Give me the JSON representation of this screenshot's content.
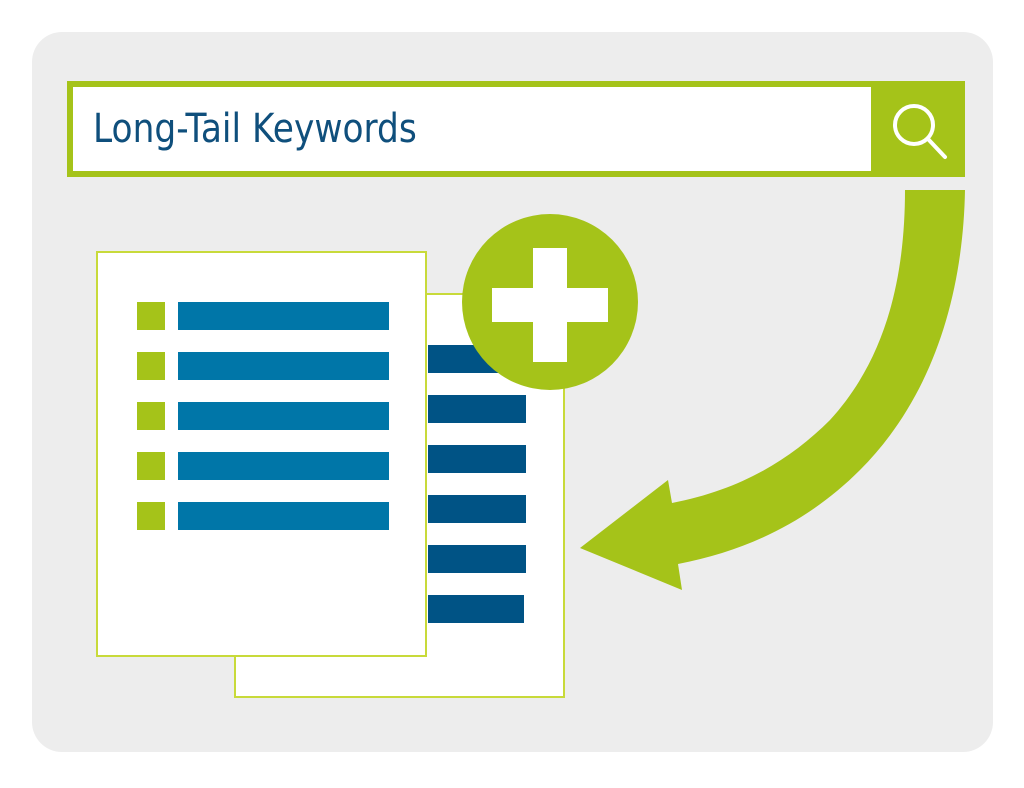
{
  "search": {
    "query": "Long-Tail Keywords",
    "button_icon": "search-icon"
  },
  "colors": {
    "panel_background": "#ededed",
    "accent_green": "#a5c319",
    "text_blue": "#0f4f7c",
    "bar_light_blue": "#0076a8",
    "bar_dark_blue": "#005385",
    "doc_border": "#c8da3a"
  },
  "front_document": {
    "rows": 5,
    "bullet_icon": "square-bullet"
  },
  "back_document": {
    "rows": 6
  },
  "badge": {
    "icon": "plus-icon"
  },
  "arrow": {
    "icon": "curved-arrow-icon",
    "direction": "from search bar to documents"
  }
}
